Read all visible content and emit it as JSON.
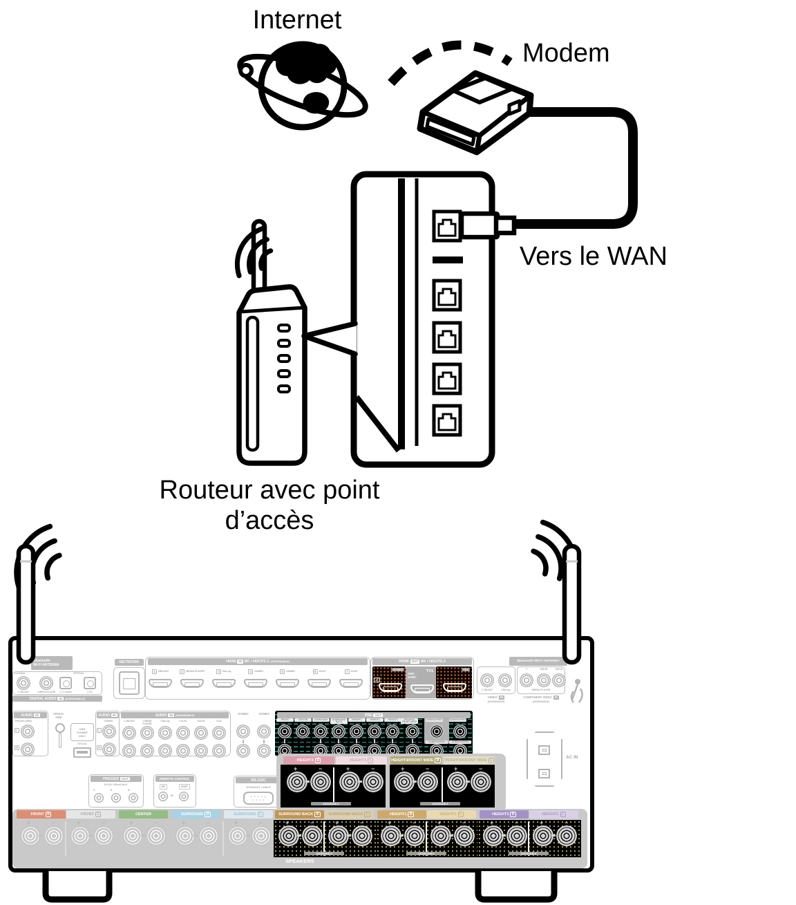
{
  "diagram": {
    "internet": "Internet",
    "modem": "Modem",
    "to_wan": "Vers le WAN",
    "router_line1": "Routeur avec point",
    "router_line2": "d’accès"
  },
  "colors": {
    "hdmi_highlight_dots": "#e8640a",
    "preout_dashes": "#12a890",
    "speaker_block_dots": "#b2a839",
    "panel_gray": "#b3b3b3"
  },
  "panel": {
    "bt_left_line1": "Bluetooth/",
    "bt_left_line2": "Wi-Fi ANTENNA",
    "bt_right": "Bluetooth/ Wi-Fi ANTENNA",
    "digital_audio": {
      "coaxial": "COAXIAL",
      "optical": "OPTICAL",
      "coax1": "1 CBL/SAT",
      "coax2": "2 MEDIA PLAYER",
      "opt1": "1 TV AUDIO",
      "opt2": "2 CD",
      "title": "DIGITAL AUDIO",
      "in": "IN",
      "assignable": "(ASSIGNABLE)"
    },
    "network": "NETWORK",
    "hdmi_in": {
      "title": "HDMI",
      "in": "IN",
      "spec": "8K / HDCP2.3",
      "assignable": "(ASSIGNABLE)",
      "ports": [
        {
          "num": "1",
          "label": "CBL/SAT"
        },
        {
          "num": "2",
          "label": "MEDIA PLAYER"
        },
        {
          "num": "3",
          "label": "Blu-ray"
        },
        {
          "num": "4",
          "label": "GAME1"
        },
        {
          "num": "5",
          "label": "GAME2"
        },
        {
          "num": "6",
          "label": "AUX1"
        },
        {
          "num": "7",
          "label": "AUX2"
        }
      ]
    },
    "hdmi_out": {
      "title": "HDMI",
      "out": "OUT",
      "spec": "8K / HDCP2.3",
      "fourk": "4K",
      "zone2": "ZONE2",
      "arc": "ARC",
      "earc": "eARC",
      "tv1": "TV1",
      "tv2": "TV2"
    },
    "video_in": {
      "jack1": "1 CBL/SAT",
      "jack2": "2 Blu-ray",
      "title": "VIDEO",
      "in": "IN",
      "assignable": "(ASSIGNABLE)"
    },
    "component": {
      "y": "Y",
      "pb": "PB/CB",
      "pr": "PR/CR",
      "media": "MEDIA PLAYER",
      "title": "COMPONENT VIDEO",
      "in": "IN",
      "assignable": "(ASSIGNABLE)"
    },
    "phono": {
      "audio": "AUDIO",
      "in": "IN",
      "name": "PHONO (MM)",
      "l": "L",
      "r": "R"
    },
    "gnd_line1": "SIGNAL",
    "gnd_line2": "GND",
    "usb": {
      "l1": "USB",
      "l2": "POWER",
      "l3": "ONLY",
      "spec": "5V/1.5A"
    },
    "tuner": {
      "audio": "AUDIO",
      "in": "IN",
      "name": "TUNER",
      "l": "L",
      "r": "R"
    },
    "audio_in": {
      "audio": "AUDIO",
      "in": "IN",
      "assignable": "(ASSIGNABLE)",
      "cols": [
        "1 CBL/SAT",
        "2 MEDIA PLAYER",
        "3 Blu-ray",
        "4 AUX1",
        "5 AUX2",
        "6 CD"
      ]
    },
    "zone2": "ZONE2",
    "zone3": "ZONE3",
    "preout": {
      "pre": "PRE",
      "out": "OUT",
      "cols": [
        "FRONT",
        "CENTER",
        "SURROUND",
        "SURROUND BACK",
        "HEIGHT1",
        "HEIGHT2",
        "HEIGHT3",
        "HEIGHT4/ FRONT WIDE",
        "SUBWOOFER1",
        "SUBWOOFER2"
      ],
      "sub3": "SUBWOOFER3",
      "sub4": "SUBWOOFER4"
    },
    "ac_in": "AC IN",
    "trigger": {
      "title": "TRIGGER",
      "out": "OUT",
      "spec": "DC12V 100mA MAX.",
      "n1": "1",
      "n2": "2",
      "n3": "3"
    },
    "remote": {
      "title": "REMOTE CONTROL",
      "in": "IN",
      "out": "OUT",
      "ir": "IR"
    },
    "rs232": {
      "title": "RS-232C",
      "sub": "STRAIGHT CABLE",
      "dots_row1": "● ● ● ● ●",
      "dots_row2": "● ● ● ●"
    },
    "speakers_title": "SPEAKERS",
    "assignable": "ASSIGNABLE",
    "spk_upper": [
      {
        "name": "HEIGHT3",
        "ch": "R",
        "bg": "#dd9eae",
        "fg": "#ffffff",
        "theme": "dark"
      },
      {
        "name": "HEIGHT3",
        "ch": "L",
        "bg": "#f2dde2",
        "fg": "#c3b2b9",
        "theme": "dark"
      },
      {
        "name": "HEIGHT4/FRONT WIDE",
        "ch": "R",
        "bg": "#b2aa79",
        "fg": "#ffffff",
        "theme": "dark"
      },
      {
        "name": "HEIGHT4/FRONT WIDE",
        "ch": "L",
        "bg": "#e2dfc6",
        "fg": "#b9b49a",
        "theme": "dark"
      }
    ],
    "spk_lower": [
      {
        "name": "FRONT",
        "ch": "R",
        "bg": "#dd8d72",
        "fg": "#ffffff",
        "theme": "light"
      },
      {
        "name": "FRONT",
        "ch": "L",
        "bg": "#e6e6e6",
        "fg": "#ababab",
        "theme": "light"
      },
      {
        "name": "CENTER",
        "ch": "",
        "bg": "#93bd85",
        "fg": "#ffffff",
        "theme": "light"
      },
      {
        "name": "SURROUND",
        "ch": "R",
        "bg": "#a7d3e4",
        "fg": "#ffffff",
        "theme": "light"
      },
      {
        "name": "SURROUND",
        "ch": "L",
        "bg": "#dceaf0",
        "fg": "#a9bfc9",
        "theme": "light"
      },
      {
        "name": "SURROUND BACK",
        "ch": "R",
        "bg": "#c09552",
        "fg": "#ffffff",
        "theme": "dark"
      },
      {
        "name": "SURROUND BACK",
        "ch": "L",
        "bg": "#dbceac",
        "fg": "#b5a77f",
        "theme": "dark"
      },
      {
        "name": "HEIGHT1",
        "ch": "R",
        "bg": "#cfa96a",
        "fg": "#ffffff",
        "theme": "dark"
      },
      {
        "name": "HEIGHT1",
        "ch": "L",
        "bg": "#ead9ae",
        "fg": "#c2b184",
        "theme": "dark"
      },
      {
        "name": "HEIGHT2",
        "ch": "R",
        "bg": "#a491c7",
        "fg": "#ffffff",
        "theme": "dark"
      },
      {
        "name": "HEIGHT2",
        "ch": "L",
        "bg": "#d9d0e7",
        "fg": "#a99bc2",
        "theme": "dark"
      }
    ]
  }
}
